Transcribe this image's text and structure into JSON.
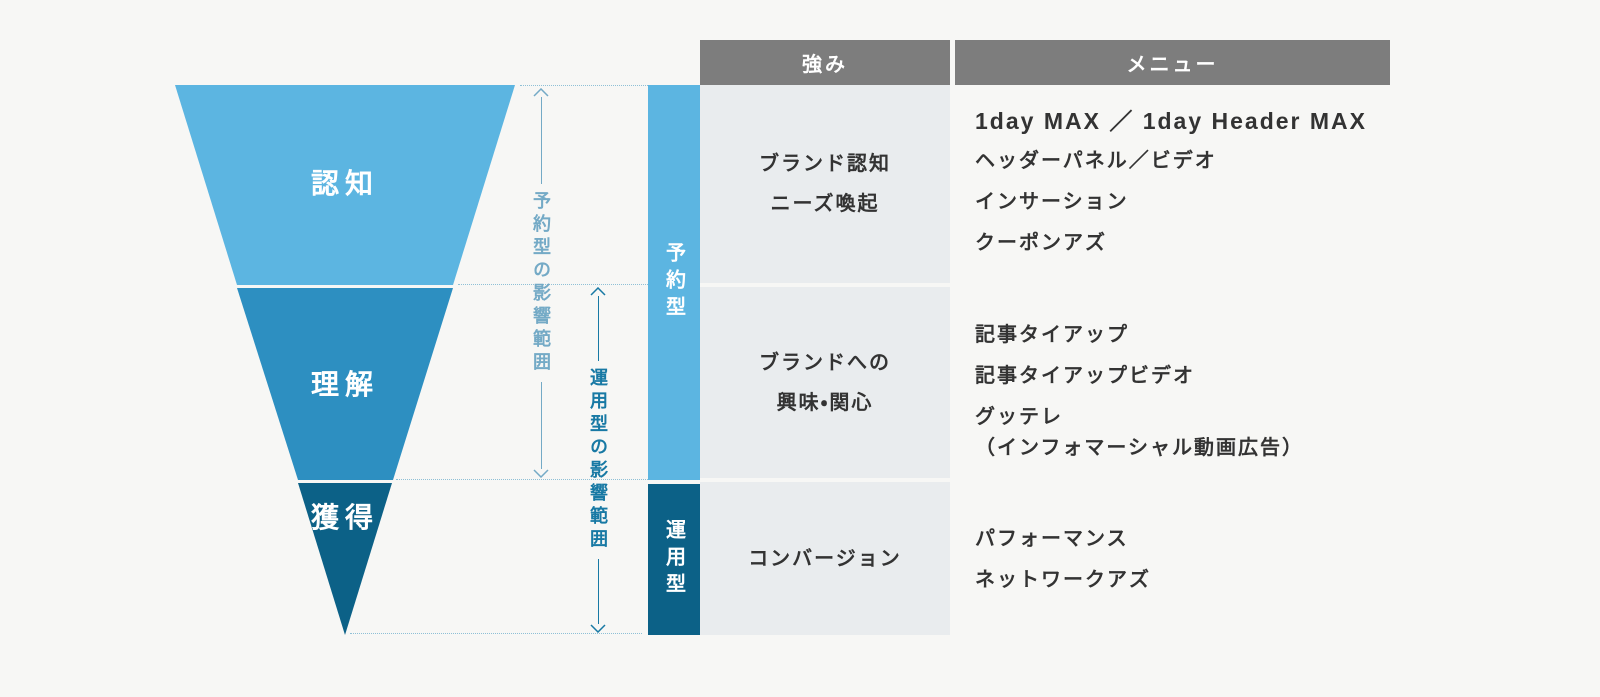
{
  "colors": {
    "bg": "#f7f7f5",
    "funnel-light": "#5cb5e1",
    "funnel-mid": "#2d8fc1",
    "funnel-dark": "#0c6187",
    "header-gray": "#7d7d7d",
    "cell-gray": "#e9ecee",
    "text-dark": "#333333",
    "dotted": "#8fc0d6",
    "range1": "#74aac6",
    "range2": "#1879a4"
  },
  "funnel": {
    "stages": [
      {
        "label": "認知"
      },
      {
        "label": "理解"
      },
      {
        "label": "獲得"
      }
    ]
  },
  "ranges": {
    "reserved": {
      "label": "予約型の影響範囲"
    },
    "operated": {
      "label": "運用型の影響範囲"
    }
  },
  "type_bar": {
    "reserved": {
      "label": "予約型"
    },
    "operated": {
      "label": "運用型"
    }
  },
  "table": {
    "headers": {
      "strength": "強み",
      "menu": "メニュー"
    },
    "rows": [
      {
        "strength": "ブランド認知\nニーズ喚起",
        "menu_items": [
          "1day MAX ／ 1day Header MAX",
          "ヘッダーパネル／ビデオ",
          "インサーション",
          "クーポンアズ"
        ]
      },
      {
        "strength": "ブランドへの\n興味・関心",
        "menu_items": [
          "記事タイアップ",
          "記事タイアップビデオ",
          "グッテレ\n（インフォマーシャル動画広告）"
        ]
      },
      {
        "strength": "コンバージョン",
        "menu_items": [
          "パフォーマンス",
          "ネットワークアズ"
        ]
      }
    ]
  }
}
